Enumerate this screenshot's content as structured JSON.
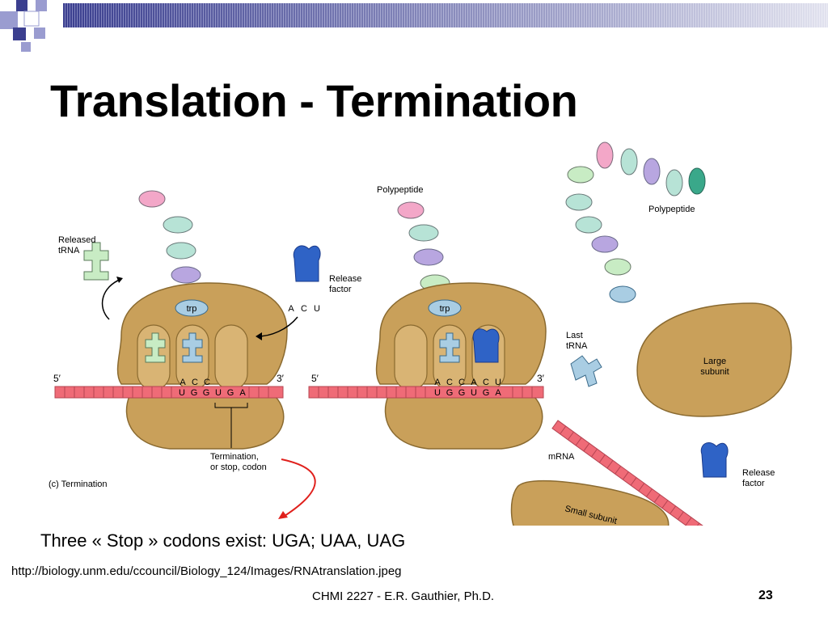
{
  "slide": {
    "title": "Translation - Termination",
    "caption": "Three « Stop » codons exist: UGA; UAA, UAG",
    "source_url": "http://biology.unm.edu/ccouncil/Biology_124/Images/RNAtranslation.jpeg",
    "footer": "CHMI 2227 - E.R. Gauthier, Ph.D.",
    "page_number": "23"
  },
  "figure": {
    "left": {
      "released_trna_label": [
        "Released",
        "tRNA"
      ],
      "release_factor_label": [
        "Release",
        "factor"
      ],
      "release_factor_anticodon": [
        "A",
        "C",
        "U"
      ],
      "trp_label": "trp",
      "anticodon": [
        "A",
        "C",
        "C"
      ],
      "codons": [
        "U",
        "G",
        "G",
        "U",
        "G",
        "A"
      ],
      "five_prime": "5′",
      "three_prime": "3′",
      "stop_codon_label": [
        "Termination,",
        "or stop, codon"
      ],
      "panel_label": "(c) Termination"
    },
    "middle": {
      "polypeptide_label": "Polypeptide",
      "trp_label": "trp",
      "anticodon": [
        "A",
        "C",
        "C",
        "A",
        "C",
        "U"
      ],
      "codons": [
        "U",
        "G",
        "G",
        "U",
        "G",
        "A"
      ],
      "five_prime": "5′",
      "three_prime": "3′"
    },
    "right": {
      "polypeptide_label": "Polypeptide",
      "last_trna_label": [
        "Last",
        "tRNA"
      ],
      "large_subunit_label": [
        "Large",
        "subunit"
      ],
      "mrna_label": "mRNA",
      "release_factor_label": [
        "Release",
        "factor"
      ],
      "small_subunit_label": "Small subunit"
    }
  },
  "colors": {
    "title_bar": "#3b3f8f",
    "bar_square_dark": "#3b3f8f",
    "bar_square_light": "#9a9cd0",
    "ribosome": "#c9a05a",
    "mrna": "#ef6b77",
    "release_factor": "#2f63c6",
    "trna_green": "#c8ecc4",
    "trna_blue": "#a9cde3",
    "arrow_red": "#e0201c"
  }
}
